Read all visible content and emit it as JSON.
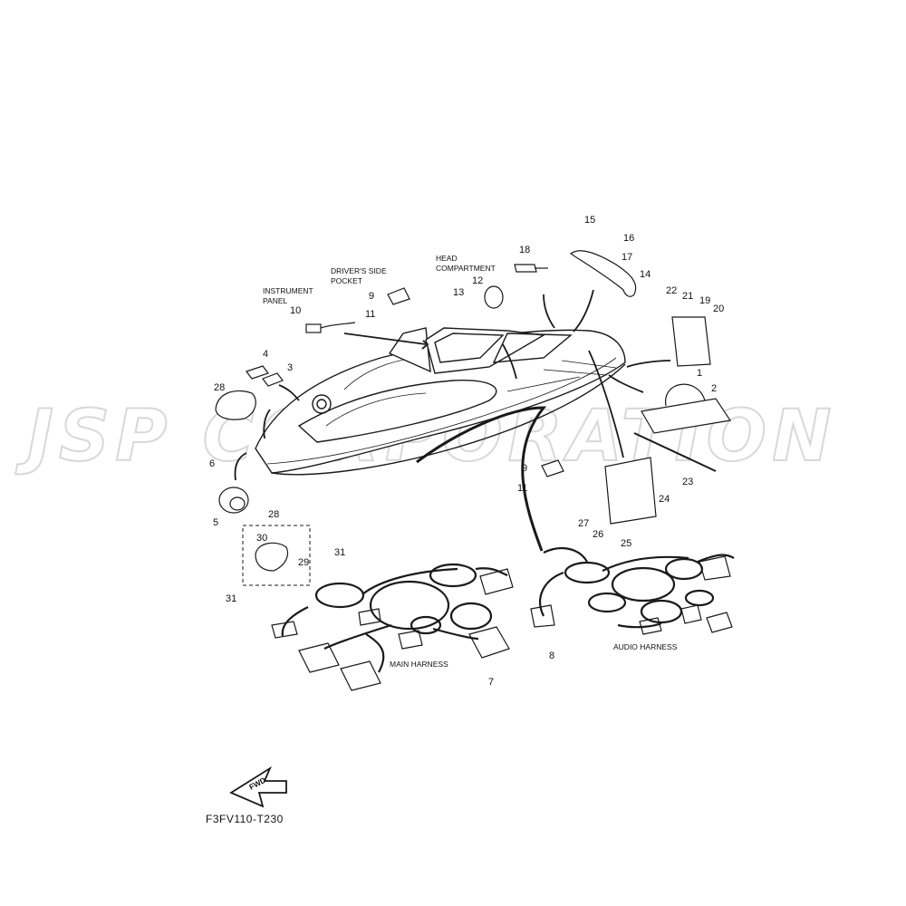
{
  "watermark": "JSP CORPORATION",
  "figure_code": "F3FV110-T230",
  "fwd_label": "FWD",
  "captions": {
    "instrument_panel_1": "INSTRUMENT",
    "instrument_panel_2": "PANEL",
    "drivers_side_pocket_1": "DRIVER'S SIDE",
    "drivers_side_pocket_2": "POCKET",
    "head_compartment_1": "HEAD",
    "head_compartment_2": "COMPARTMENT",
    "main_harness": "MAIN  HARNESS",
    "audio_harness": "AUDIO HARNESS"
  },
  "callouts": {
    "c1": "1",
    "c2": "2",
    "c3": "3",
    "c4": "4",
    "c5": "5",
    "c6": "6",
    "c7": "7",
    "c8": "8",
    "c9a": "9",
    "c9b": "9",
    "c10": "10",
    "c11a": "11",
    "c11b": "11",
    "c12": "12",
    "c13": "13",
    "c14": "14",
    "c15": "15",
    "c16": "16",
    "c17": "17",
    "c18": "18",
    "c19": "19",
    "c20": "20",
    "c21": "21",
    "c22": "22",
    "c23": "23",
    "c24": "24",
    "c25": "25",
    "c26": "26",
    "c27": "27",
    "c28a": "28",
    "c28b": "28",
    "c29": "29",
    "c30": "30",
    "c31a": "31",
    "c31b": "31"
  },
  "colors": {
    "line": "#1a1a1a",
    "watermark_stroke": "#d8d8d8"
  }
}
